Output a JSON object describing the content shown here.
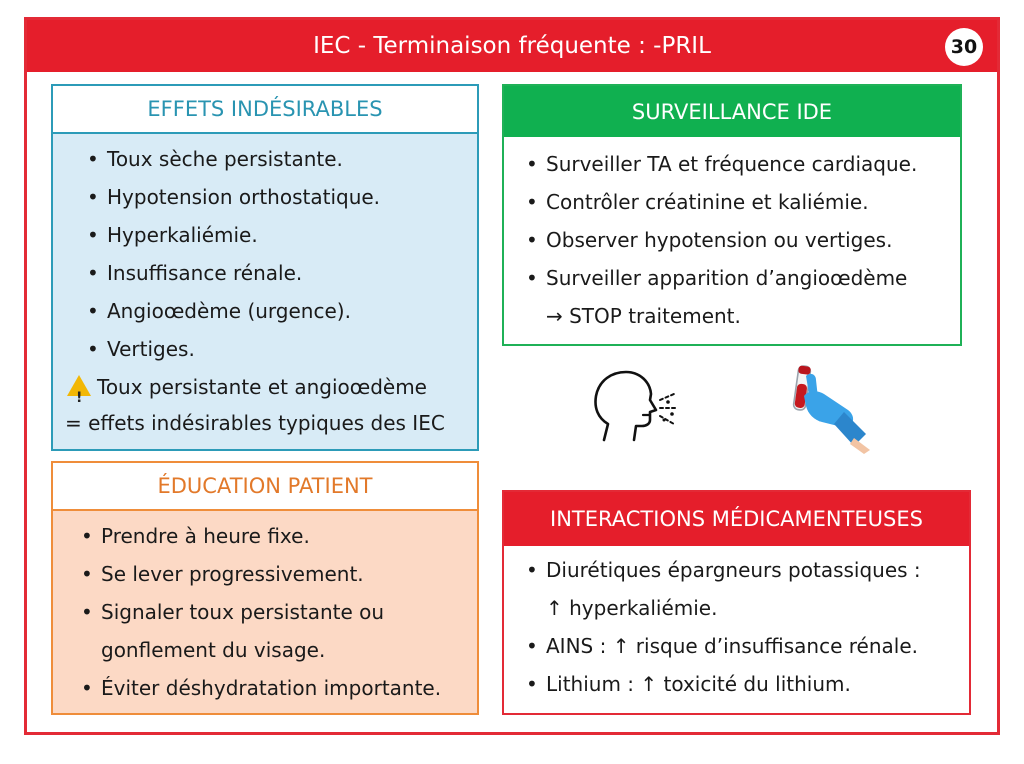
{
  "header": {
    "title": "IEC - Terminaison fréquente : -PRIL",
    "page_number": "30"
  },
  "effets": {
    "title": "EFFETS INDÉSIRABLES",
    "items": [
      "Toux sèche persistante.",
      "Hypotension orthostatique.",
      "Hyperkaliémie.",
      "Insuffisance rénale.",
      "Angioœdème (urgence).",
      "Vertiges."
    ],
    "warning_line1": "Toux persistante et angioœdème",
    "warning_line2": "= effets indésirables typiques des IEC",
    "warning_icon": "warning-icon"
  },
  "surveillance": {
    "title": "SURVEILLANCE IDE",
    "items": [
      "Surveiller TA et fréquence cardiaque.",
      "Contrôler créatinine et kaliémie.",
      "Observer hypotension ou vertiges.",
      "Surveiller apparition d’angioœdème"
    ],
    "item4_cont": "→ STOP traitement."
  },
  "education": {
    "title": "ÉDUCATION PATIENT",
    "items": [
      "Prendre à heure fixe.",
      "Se lever progressivement.",
      "Signaler toux persistante ou",
      "Éviter déshydratation importante."
    ],
    "item3_cont": "gonflement du visage."
  },
  "interactions": {
    "title": "INTERACTIONS MÉDICAMENTEUSES",
    "items": [
      "Diurétiques épargneurs potassiques :",
      "AINS : ↑ risque d’insuffisance rénale.",
      "Lithium : ↑ toxicité du lithium."
    ],
    "item1_cont": "↑ hyperkaliémie."
  },
  "icons": {
    "cough": "cough-icon",
    "blood_test": "blood-test-icon"
  },
  "colors": {
    "red": "#e51e2b",
    "green": "#10b050",
    "blue": "#2c9bb8",
    "blue_bg": "#d8ebf6",
    "orange": "#ef8d3a",
    "orange_bg": "#fcd9c5"
  }
}
